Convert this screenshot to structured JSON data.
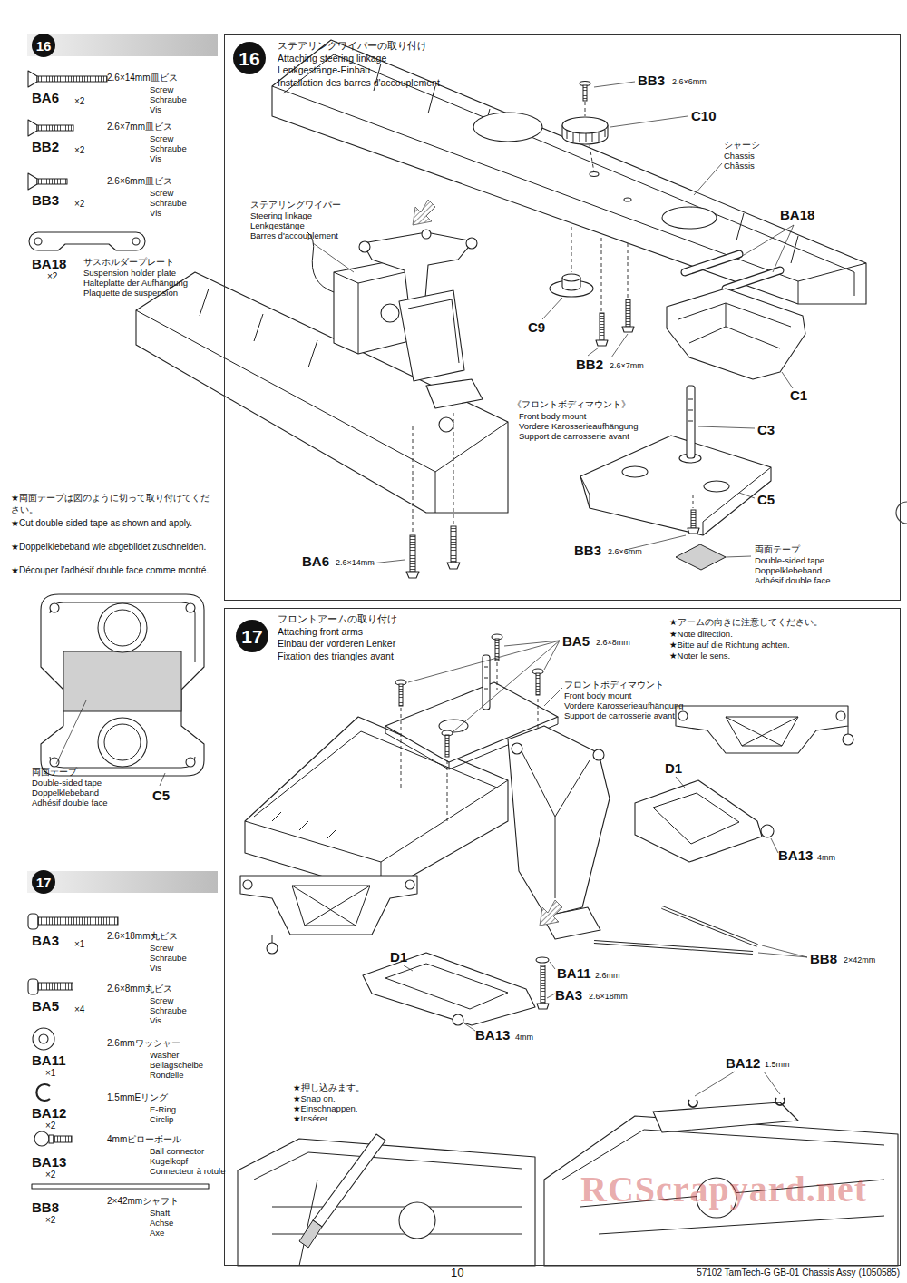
{
  "diagram": {
    "nodes": [
      {
        "text": [
          "16"
        ]
      },
      {
        "text": [
          "ステアリングワイパーの取り付け",
          "Attaching steering linkage",
          "Lenkgestänge-Einbau",
          "Installation des barres d'accouplement"
        ]
      },
      {
        "text": [
          "16"
        ],
        "in": 1
      },
      {
        "text": [
          "17"
        ]
      },
      {
        "text": [
          "フロントアームの取り付け",
          "Attaching front arms",
          "Einbau der vorderen Lenker",
          "Fixation des triangles avant"
        ]
      },
      {
        "text": [
          "17"
        ],
        "in": 4
      }
    ],
    "labels": [
      "BA6",
      "×2",
      "2.6×14mm皿ビス",
      "Screw",
      "Schraube",
      "Vis",
      "BB2",
      "×2",
      "2.6×7mm皿ビス",
      "Screw",
      "Schraube",
      "Vis",
      "BB3",
      "×2",
      "2.6×6mm皿ビス",
      "Screw",
      "Schraube",
      "Vis",
      "BA18",
      "×2",
      "サスホルダープレート",
      "Suspension holder plate",
      "Halteplatte der Aufhängung",
      "Plaquette de suspension",
      "★両面テープは図のように切って取り付けてください。",
      "★Cut double-sided tape as shown and apply.",
      "★Doppelklebeband wie abgebildet zuschneiden.",
      "★Découper l'adhésif double face comme montré.",
      "両面テープ",
      "Double-sided tape",
      "Doppelklebeband",
      "Adhésif double face",
      "C5",
      "BA3",
      "×1",
      "2.6×18mm丸ビス",
      "Screw",
      "Schraube",
      "Vis",
      "BA5",
      "×4",
      "2.6×8mm丸ビス",
      "Screw",
      "Schraube",
      "Vis",
      "BA11",
      "×1",
      "2.6mmワッシャー",
      "Washer",
      "Beilagscheibe",
      "Rondelle",
      "BA12",
      "×2",
      "1.5mmEリング",
      "E-Ring",
      "Circlip",
      "BA13",
      "×2",
      "4mmピローボール",
      "Ball connector",
      "Kugelkopf",
      "Connecteur à rotule",
      "BB8",
      "×2",
      "2×42mmシャフト",
      "Shaft",
      "Achse",
      "Axe",
      "BB3",
      "2.6×6mm",
      "C10",
      "シャーシ",
      "Chassis",
      "Châssis",
      "BA18",
      "ステアリングワイパー",
      "Steering linkage",
      "Lenkgestänge",
      "Barres d'accouplement",
      "C9",
      "BB2",
      "2.6×7mm",
      "C1",
      "《フロントボディマウント》",
      "Front body mount",
      "Vordere Karosserieaufhängung",
      "Support de carrosserie avant",
      "C3",
      "C5",
      "BB3",
      "2.6×6mm",
      "両面テープ",
      "Double-sided tape",
      "Doppelklebeband",
      "Adhésif double face",
      "BA6",
      "2.6×14mm",
      "BA5",
      "2.6×8mm",
      "フロントボディマウント",
      "Front body mount",
      "Vordere Karosserieaufhängung",
      "Support de carrosserie avant",
      "★アームの向きに注意してください。",
      "★Note direction.",
      "★Bitte auf die Richtung achten.",
      "★Noter le sens.",
      "D1",
      "BA13",
      "4mm",
      "D1",
      "BA11",
      "2.6mm",
      "BB8",
      "2×42mm",
      "BA3",
      "2.6×18mm",
      "BA13",
      "4mm",
      "BA12",
      "1.5mm",
      "★押し込みます。",
      "★Snap on.",
      "★Einschnappen.",
      "★Insérer.",
      "10",
      "57102 TamTech-G GB-01 Chassis Assy (1050585)",
      "RCScrapyard.net"
    ]
  }
}
